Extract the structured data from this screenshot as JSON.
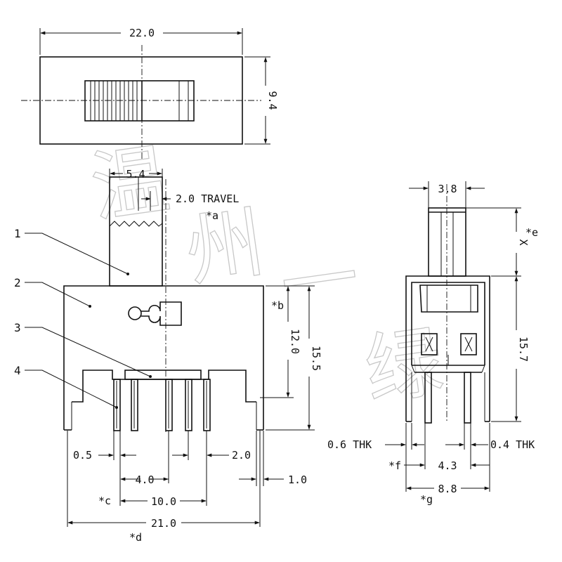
{
  "top_view": {
    "width_dim": "22.0",
    "height_dim": "9.4"
  },
  "front_view": {
    "actuator_width": "5.4",
    "travel": "2.0 TRAVEL",
    "note_a": "*a",
    "note_b": "*b",
    "note_c": "*c",
    "note_d": "*d",
    "height_12": "12.0",
    "height_155": "15.5",
    "pin_05": "0.5",
    "pin_40": "4.0",
    "pin_20": "2.0",
    "pin_10": "1.0",
    "span_100": "10.0",
    "span_210": "21.0",
    "callouts": [
      "1",
      "2",
      "3",
      "4"
    ]
  },
  "side_view": {
    "top_width": "3.8",
    "x_label": "X",
    "note_e": "*e",
    "height_157": "15.7",
    "thk_06": "0.6 THK",
    "thk_04": "0.4 THK",
    "note_f": "*f",
    "note_g": "*g",
    "dim_43": "4.3",
    "dim_88": "8.8"
  },
  "watermark": [
    "温",
    "州",
    "一",
    "绿"
  ]
}
